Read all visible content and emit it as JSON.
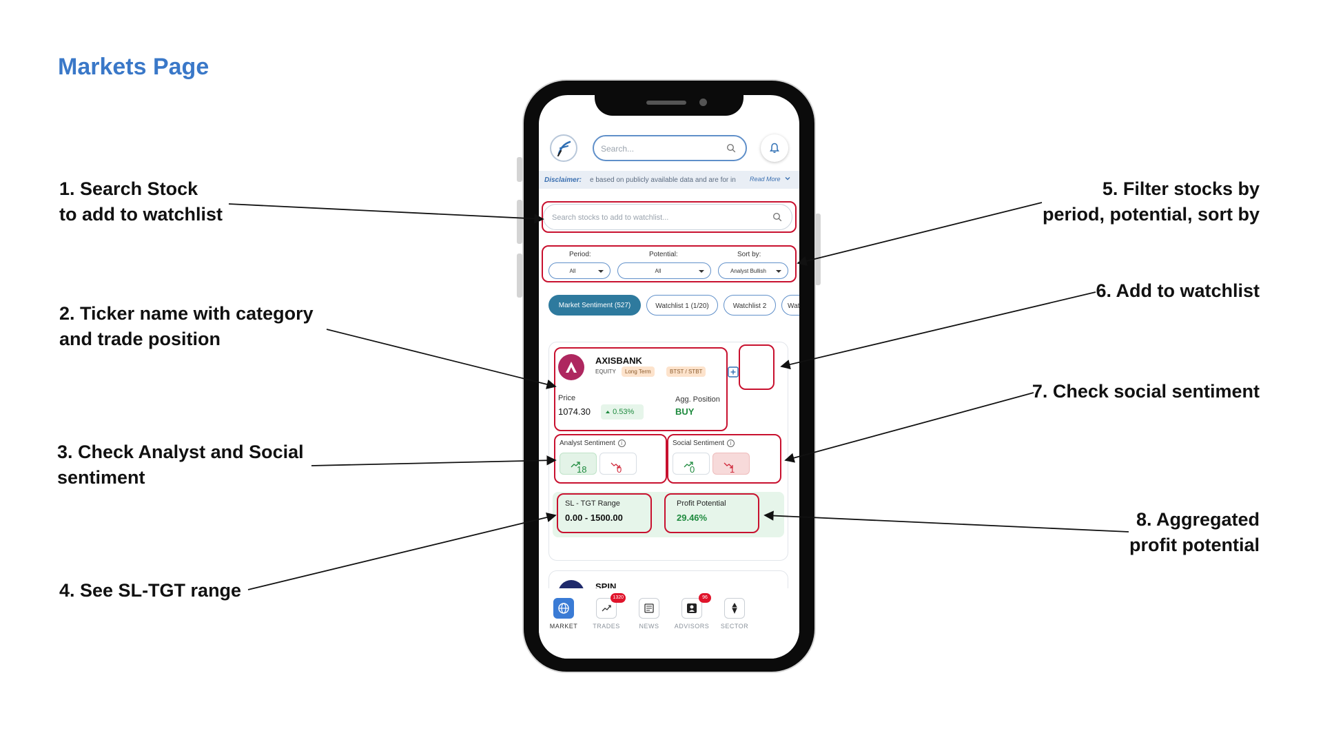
{
  "page_title": "Markets Page",
  "callouts": {
    "c1": [
      "1. Search Stock",
      "to add to watchlist"
    ],
    "c2": [
      "2. Ticker name with category",
      "and trade position"
    ],
    "c3": [
      "3. Check Analyst and Social",
      "sentiment"
    ],
    "c4": [
      "4. See SL-TGT range"
    ],
    "c5": [
      "5. Filter stocks by",
      "period, potential, sort by"
    ],
    "c6": [
      "6. Add to watchlist"
    ],
    "c7": [
      "7. Check social sentiment"
    ],
    "c8": [
      "8. Aggregated",
      "profit potential"
    ]
  },
  "app": {
    "search_placeholder": "Search...",
    "disclaimer_label": "Disclaimer:",
    "disclaimer_text": "e based on publicly available data and are for in",
    "disclaimer_more": "Read More",
    "watchlist_search_placeholder": "Search stocks to add to watchlist...",
    "filters": {
      "period_label": "Period:",
      "period_value": "All",
      "potential_label": "Potential:",
      "potential_value": "All",
      "sort_label": "Sort by:",
      "sort_value": "Analyst Bullish"
    },
    "tabs": [
      "Market Sentiment (527)",
      "Watchlist 1 (1/20)",
      "Watchlist 2",
      "Watc"
    ],
    "stock": {
      "name": "AXISBANK",
      "category": "EQUITY",
      "tags": [
        "Long Term",
        "BTST / STBT"
      ],
      "price_label": "Price",
      "price": "1074.30",
      "change": "0.53%",
      "agg_label": "Agg. Position",
      "agg_value": "BUY",
      "analyst_label": "Analyst Sentiment",
      "analyst_bull": "18",
      "analyst_bear": "0",
      "social_label": "Social Sentiment",
      "social_bull": "0",
      "social_bear": "1",
      "sltgt_label": "SL - TGT Range",
      "sltgt_value": "0.00 - 1500.00",
      "profit_label": "Profit Potential",
      "profit_value": "29.46%"
    },
    "next_stock_name": "SPIN",
    "nav": [
      {
        "label": "MARKET",
        "badge": ""
      },
      {
        "label": "TRADES",
        "badge": "1320"
      },
      {
        "label": "NEWS",
        "badge": ""
      },
      {
        "label": "ADVISORS",
        "badge": "96"
      },
      {
        "label": "SECTOR",
        "badge": ""
      }
    ],
    "colors": {
      "accent": "#3a78c8",
      "highlight": "#c8102e",
      "bull": "#1e8a3e",
      "bear": "#d0283a",
      "active_tab": "#2e7a9e"
    }
  }
}
